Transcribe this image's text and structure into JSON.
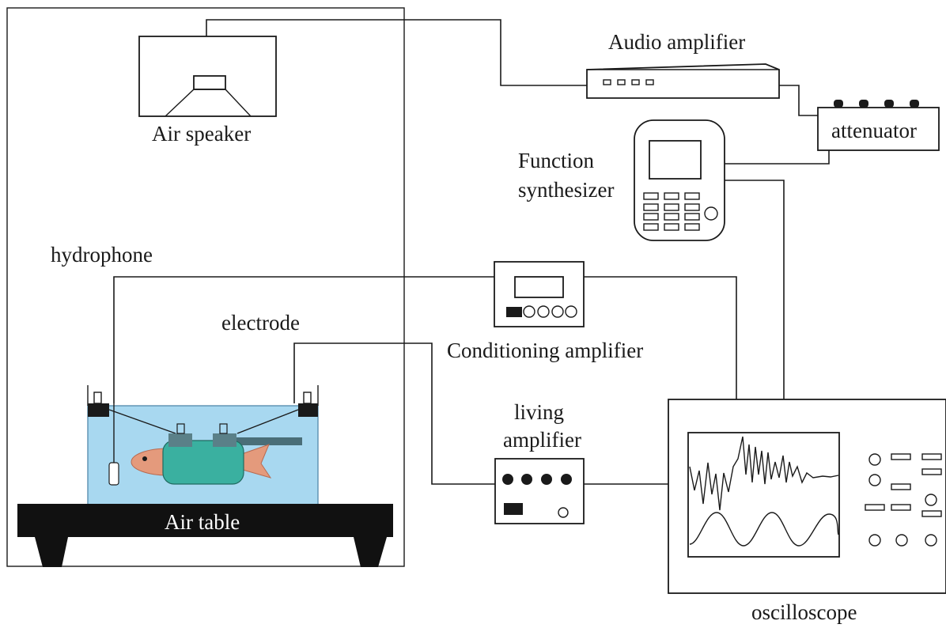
{
  "labels": {
    "air_speaker": "Air speaker",
    "audio_amplifier": "Audio amplifier",
    "attenuator": "attenuator",
    "function_synthesizer_line1": "Function",
    "function_synthesizer_line2": "synthesizer",
    "hydrophone": "hydrophone",
    "electrode": "electrode",
    "conditioning_amplifier": "Conditioning amplifier",
    "living_amplifier_line1": "living",
    "living_amplifier_line2": "amplifier",
    "air_table": "Air table",
    "oscilloscope": "oscilloscope"
  },
  "colors": {
    "line": "#1a1a1a",
    "water": "#a8d8f0",
    "water_edge": "#5a90b0",
    "fish_body": "#e49a7c",
    "fish_holder": "#3ab0a0",
    "clamp": "#5a8088",
    "table": "#111111"
  }
}
